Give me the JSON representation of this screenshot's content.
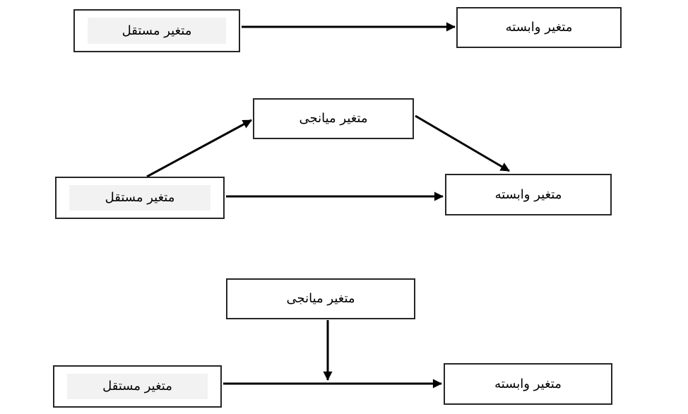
{
  "diagram": {
    "language": "fa",
    "direction": "rtl",
    "colors": {
      "background": "#ffffff",
      "box_border": "#262626",
      "box_fill": "#ffffff",
      "highlight_fill": "#f2f2f2",
      "arrow": "#000000",
      "text": "#000000"
    },
    "nodes": {
      "top_independent": {
        "label": "متغير مستقل",
        "highlighted": true
      },
      "top_dependent": {
        "label": "متغير وابسته",
        "highlighted": false
      },
      "mid_mediator": {
        "label": "متغير ميانجی",
        "highlighted": false
      },
      "mid_independent": {
        "label": "متغير مستقل",
        "highlighted": true
      },
      "mid_dependent": {
        "label": "متغير وابسته",
        "highlighted": false
      },
      "bottom_mediator": {
        "label": "متغير ميانجی",
        "highlighted": false
      },
      "bottom_independent": {
        "label": "متغير مستقل",
        "highlighted": true
      },
      "bottom_dependent": {
        "label": "متغير وابسته",
        "highlighted": false
      }
    },
    "edges": [
      {
        "name": "top-direct",
        "from": "top_independent",
        "to": "top_dependent"
      },
      {
        "name": "mid-iv-to-mediator",
        "from": "mid_independent",
        "to": "mid_mediator"
      },
      {
        "name": "mid-mediator-to-dv",
        "from": "mid_mediator",
        "to": "mid_dependent"
      },
      {
        "name": "mid-direct",
        "from": "mid_independent",
        "to": "mid_dependent"
      },
      {
        "name": "bottom-mediator-to-path",
        "from": "bottom_mediator",
        "to": "bottom-direct-path"
      },
      {
        "name": "bottom-direct",
        "from": "bottom_independent",
        "to": "bottom_dependent"
      }
    ]
  }
}
